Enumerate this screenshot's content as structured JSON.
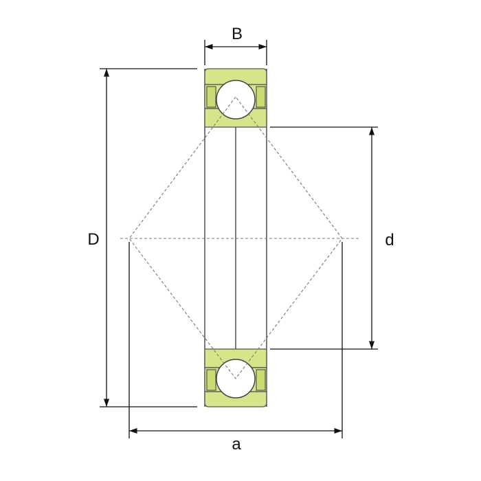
{
  "labels": {
    "width": "B",
    "outer_diameter": "D",
    "bore_diameter": "d",
    "load_center": "a"
  },
  "colors": {
    "ring_fill": "#d6e58a",
    "line": "#111111"
  }
}
